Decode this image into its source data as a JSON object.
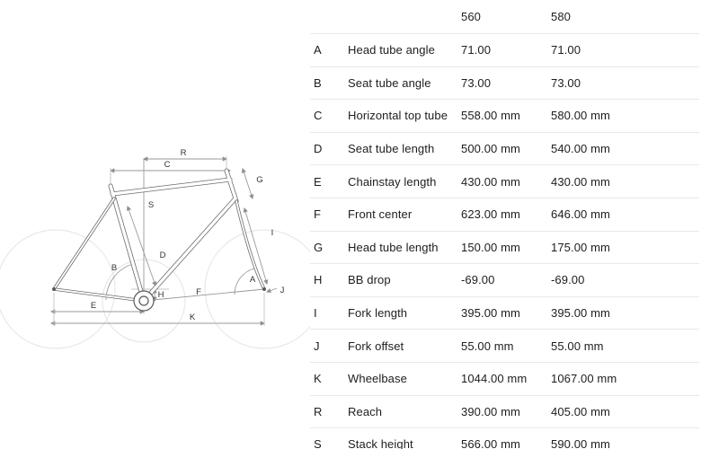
{
  "columns": {
    "c1": "560",
    "c2": "580"
  },
  "rows": [
    {
      "key": "A",
      "label": "Head tube angle",
      "v1": "71.00",
      "v2": "71.00"
    },
    {
      "key": "B",
      "label": "Seat tube angle",
      "v1": "73.00",
      "v2": "73.00"
    },
    {
      "key": "C",
      "label": "Horizontal top tube",
      "v1": "558.00 mm",
      "v2": "580.00 mm"
    },
    {
      "key": "D",
      "label": "Seat tube length",
      "v1": "500.00 mm",
      "v2": "540.00 mm"
    },
    {
      "key": "E",
      "label": "Chainstay length",
      "v1": "430.00 mm",
      "v2": "430.00 mm"
    },
    {
      "key": "F",
      "label": "Front center",
      "v1": "623.00 mm",
      "v2": "646.00 mm"
    },
    {
      "key": "G",
      "label": "Head tube length",
      "v1": "150.00 mm",
      "v2": "175.00 mm"
    },
    {
      "key": "H",
      "label": "BB drop",
      "v1": "-69.00",
      "v2": "-69.00"
    },
    {
      "key": "I",
      "label": "Fork length",
      "v1": "395.00 mm",
      "v2": "395.00 mm"
    },
    {
      "key": "J",
      "label": "Fork offset",
      "v1": "55.00 mm",
      "v2": "55.00 mm"
    },
    {
      "key": "K",
      "label": "Wheelbase",
      "v1": "1044.00 mm",
      "v2": "1067.00 mm"
    },
    {
      "key": "R",
      "label": "Reach",
      "v1": "390.00 mm",
      "v2": "405.00 mm"
    },
    {
      "key": "S",
      "label": "Stack height",
      "v1": "566.00 mm",
      "v2": "590.00 mm"
    }
  ],
  "diagram": {
    "labels": {
      "A": "A",
      "B": "B",
      "C": "C",
      "D": "D",
      "E": "E",
      "F": "F",
      "G": "G",
      "H": "H",
      "I": "I",
      "J": "J",
      "K": "K",
      "R": "R",
      "S": "S"
    }
  }
}
